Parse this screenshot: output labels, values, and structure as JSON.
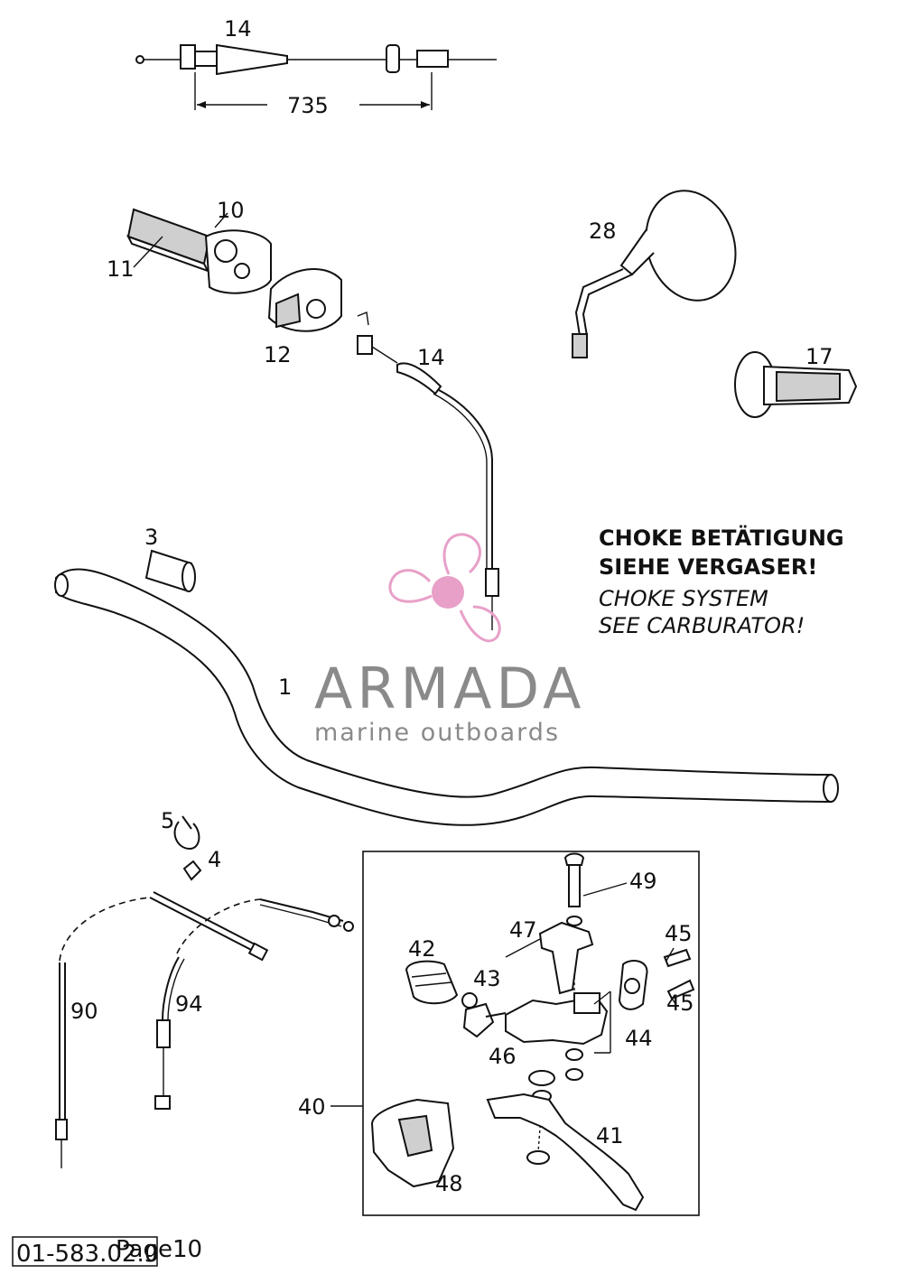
{
  "part_labels": {
    "p14_top": "14",
    "dim_735": "735",
    "p10": "10",
    "p11": "11",
    "p12": "12",
    "p14_mid": "14",
    "p28": "28",
    "p17": "17",
    "p3": "3",
    "p1": "1",
    "p5": "5",
    "p4": "4",
    "p90": "90",
    "p94": "94",
    "p42": "42",
    "p43": "43",
    "p47": "47",
    "p49": "49",
    "p45a": "45",
    "p45b": "45",
    "p44": "44",
    "p46": "46",
    "p40": "40",
    "p41": "41",
    "p48": "48"
  },
  "note": {
    "de_line1": "CHOKE BETÄTIGUNG",
    "de_line2": "SIEHE VERGASER!",
    "en_line1": "CHOKE SYSTEM",
    "en_line2": "SEE CARBURATOR!"
  },
  "watermark": {
    "title": "ARMADA",
    "subtitle": "marine outboards",
    "accent_color": "#e8a0c8"
  },
  "footer": {
    "code": "01-583.02.0",
    "page": "Page10"
  }
}
